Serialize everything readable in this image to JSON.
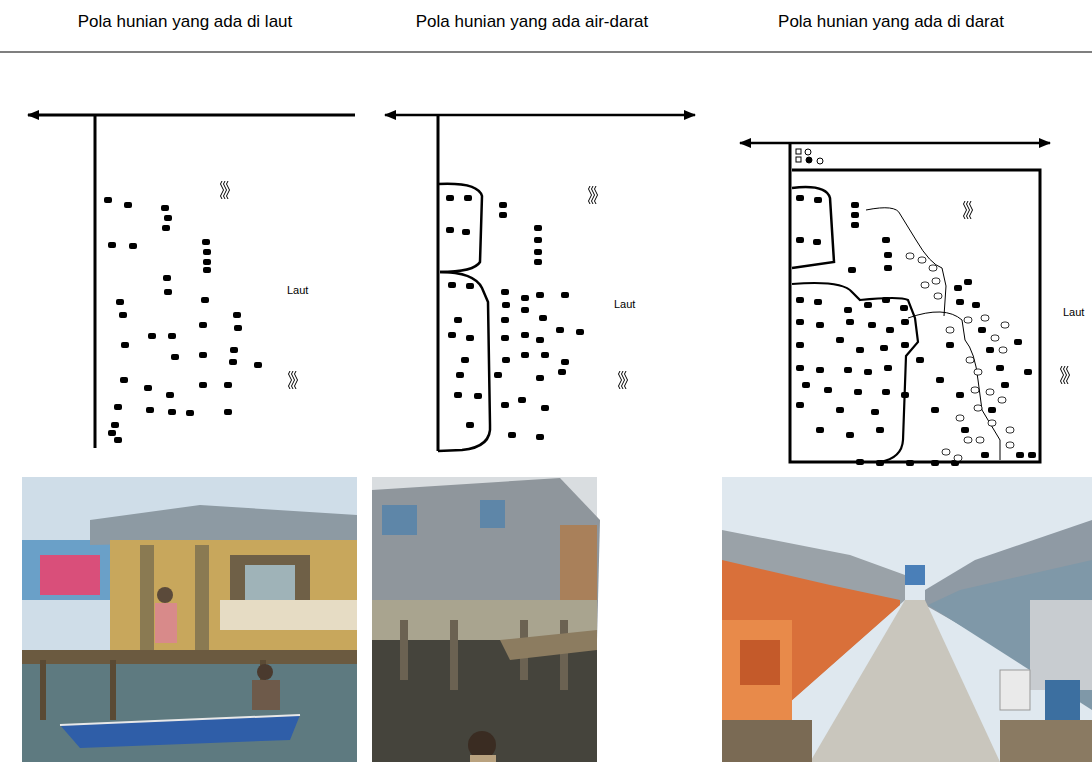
{
  "diagram": {
    "labels": [
      "Pola hunian yang ada di laut",
      "Pola hunian yang ada air-darat",
      "Pola hunian yang ada di darat",
      "Laut",
      "Laut",
      "Laut"
    ]
  }
}
